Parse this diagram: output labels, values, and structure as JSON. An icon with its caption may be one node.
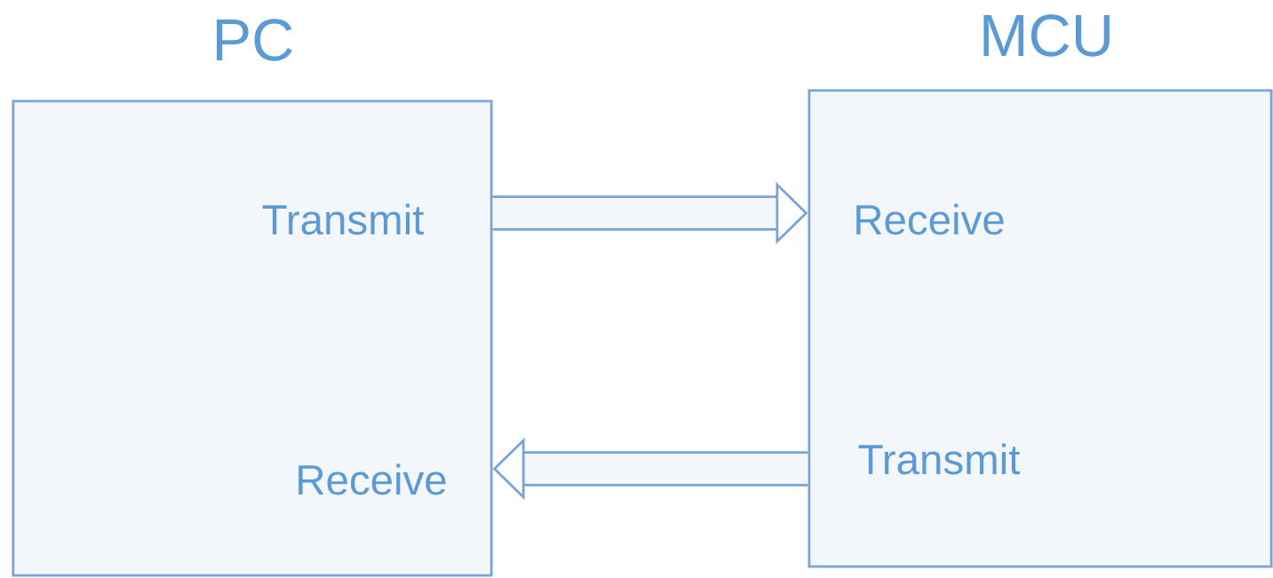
{
  "diagram": {
    "nodes": [
      {
        "text": [
          "PC"
        ]
      },
      {
        "text": [
          "MCU"
        ]
      }
    ],
    "edges": [
      {
        "from": 0,
        "to": 1,
        "arrow": "to"
      },
      {
        "from": 1,
        "to": 0,
        "arrow": "to"
      }
    ],
    "labels": [
      "Transmit",
      "Receive",
      "Transmit",
      "Receive"
    ]
  }
}
